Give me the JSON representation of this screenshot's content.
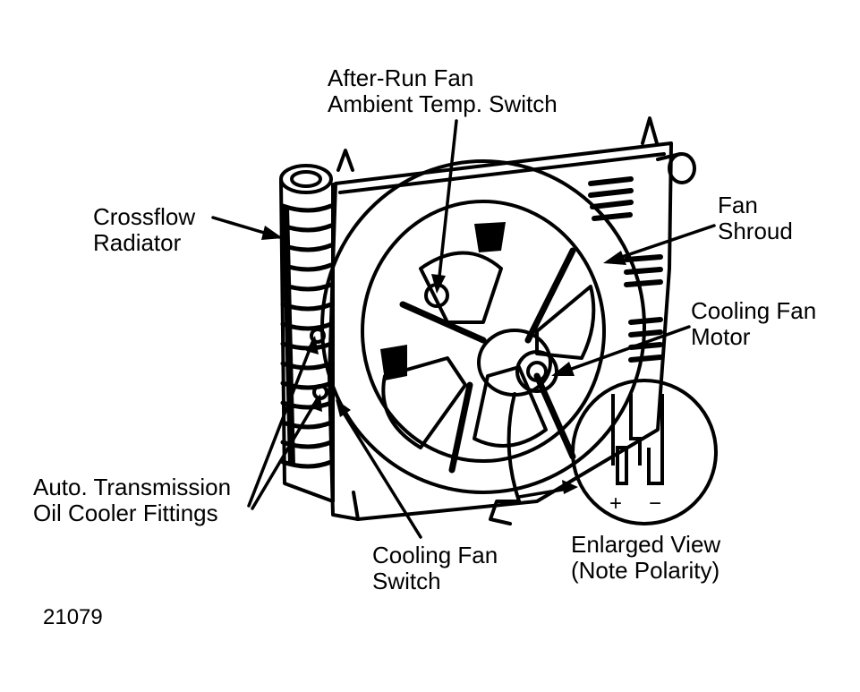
{
  "labels": {
    "after_run_switch": [
      "After-Run Fan",
      "Ambient Temp. Switch"
    ],
    "crossflow_radiator": [
      "Crossflow",
      "Radiator"
    ],
    "fan_shroud": [
      "Fan",
      "Shroud"
    ],
    "cooling_fan_motor": [
      "Cooling Fan",
      "Motor"
    ],
    "oil_cooler_fittings": [
      "Auto. Transmission",
      "Oil Cooler Fittings"
    ],
    "cooling_fan_switch": [
      "Cooling Fan",
      "Switch"
    ],
    "enlarged_view": [
      "Enlarged View",
      "(Note Polarity)"
    ]
  },
  "polarity": {
    "plus": "+",
    "minus": "−"
  },
  "figure_number": "21079"
}
